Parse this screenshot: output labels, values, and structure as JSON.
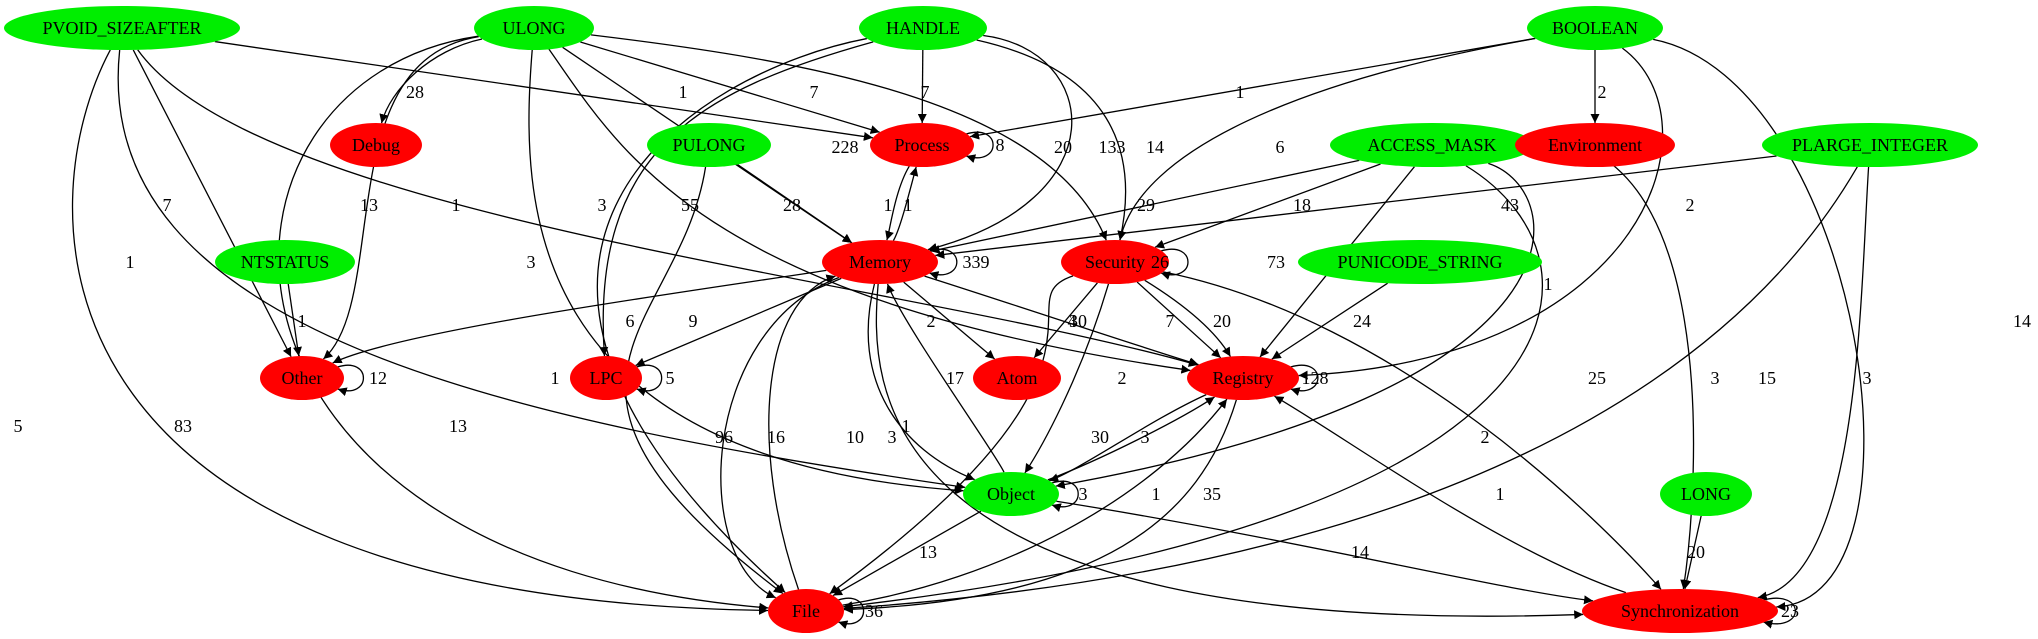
{
  "colors": {
    "api_type": "#00ee00",
    "category": "#ff0000",
    "edge": "#000000"
  },
  "nodes": [
    {
      "id": "PVOID_SIZEAFTER",
      "label": "PVOID_SIZEAFTER",
      "kind": "api_type"
    },
    {
      "id": "ULONG",
      "label": "ULONG",
      "kind": "api_type"
    },
    {
      "id": "HANDLE",
      "label": "HANDLE",
      "kind": "api_type"
    },
    {
      "id": "BOOLEAN",
      "label": "BOOLEAN",
      "kind": "api_type"
    },
    {
      "id": "Debug",
      "label": "Debug",
      "kind": "category"
    },
    {
      "id": "PULONG",
      "label": "PULONG",
      "kind": "api_type"
    },
    {
      "id": "Process",
      "label": "Process",
      "kind": "category"
    },
    {
      "id": "ACCESS_MASK",
      "label": "ACCESS_MASK",
      "kind": "api_type"
    },
    {
      "id": "Environment",
      "label": "Environment",
      "kind": "category"
    },
    {
      "id": "PLARGE_INTEGER",
      "label": "PLARGE_INTEGER",
      "kind": "api_type"
    },
    {
      "id": "NTSTATUS",
      "label": "NTSTATUS",
      "kind": "api_type"
    },
    {
      "id": "Memory",
      "label": "Memory",
      "kind": "category"
    },
    {
      "id": "Security",
      "label": "Security",
      "kind": "category"
    },
    {
      "id": "PUNICODE_STRING",
      "label": "PUNICODE_STRING",
      "kind": "api_type"
    },
    {
      "id": "Other",
      "label": "Other",
      "kind": "category"
    },
    {
      "id": "LPC",
      "label": "LPC",
      "kind": "category"
    },
    {
      "id": "Atom",
      "label": "Atom",
      "kind": "category"
    },
    {
      "id": "Registry",
      "label": "Registry",
      "kind": "category"
    },
    {
      "id": "Object",
      "label": "Object",
      "kind": "api_type"
    },
    {
      "id": "LONG",
      "label": "LONG",
      "kind": "api_type"
    },
    {
      "id": "File",
      "label": "File",
      "kind": "category"
    },
    {
      "id": "Synchronization",
      "label": "Synchronization",
      "kind": "category"
    }
  ],
  "edges": [
    {
      "from": "PVOID_SIZEAFTER",
      "to": "Process",
      "label": "1"
    },
    {
      "from": "PVOID_SIZEAFTER",
      "to": "Other",
      "label": "7"
    },
    {
      "from": "PVOID_SIZEAFTER",
      "to": "Registry",
      "label": "1"
    },
    {
      "from": "PVOID_SIZEAFTER",
      "to": "Object",
      "label": "1"
    },
    {
      "from": "PVOID_SIZEAFTER",
      "to": "File",
      "label": "5"
    },
    {
      "from": "ULONG",
      "to": "Debug",
      "label": "28"
    },
    {
      "from": "ULONG",
      "to": "Other",
      "label": "13"
    },
    {
      "from": "ULONG",
      "to": "Process",
      "label": "7"
    },
    {
      "from": "ULONG",
      "to": "Memory",
      "label": "228"
    },
    {
      "from": "ULONG",
      "to": "Security",
      "label": "20"
    },
    {
      "from": "ULONG",
      "to": "Registry",
      "label": "55"
    },
    {
      "from": "ULONG",
      "to": "Object",
      "label": "3"
    },
    {
      "from": "ULONG",
      "to": "File",
      "label": "83"
    },
    {
      "from": "HANDLE",
      "to": "Process",
      "label": "7"
    },
    {
      "from": "HANDLE",
      "to": "Memory",
      "label": "133"
    },
    {
      "from": "HANDLE",
      "to": "Security",
      "label": "14"
    },
    {
      "from": "HANDLE",
      "to": "LPC",
      "label": "3"
    },
    {
      "from": "HANDLE",
      "to": "File",
      "label": "13"
    },
    {
      "from": "BOOLEAN",
      "to": "Process",
      "label": "1"
    },
    {
      "from": "BOOLEAN",
      "to": "Environment",
      "label": "2"
    },
    {
      "from": "BOOLEAN",
      "to": "Security",
      "label": "6"
    },
    {
      "from": "BOOLEAN",
      "to": "Registry",
      "label": "2"
    },
    {
      "from": "BOOLEAN",
      "to": "Synchronization",
      "label": "14"
    },
    {
      "from": "PULONG",
      "to": "Memory",
      "label": "28"
    },
    {
      "from": "PULONG",
      "to": "File",
      "label": "1"
    },
    {
      "from": "ACCESS_MASK",
      "to": "Memory",
      "label": "29"
    },
    {
      "from": "ACCESS_MASK",
      "to": "Security",
      "label": "18"
    },
    {
      "from": "ACCESS_MASK",
      "to": "Registry",
      "label": "73"
    },
    {
      "from": "ACCESS_MASK",
      "to": "Object",
      "label": "1"
    },
    {
      "from": "ACCESS_MASK",
      "to": "File",
      "label": "25"
    },
    {
      "from": "ACCESS_MASK",
      "to": "Synchronization",
      "label": "15"
    },
    {
      "from": "PLARGE_INTEGER",
      "to": "Memory",
      "label": "43"
    },
    {
      "from": "PLARGE_INTEGER",
      "to": "File",
      "label": "3"
    },
    {
      "from": "PLARGE_INTEGER",
      "to": "Synchronization",
      "label": "3"
    },
    {
      "from": "NTSTATUS",
      "to": "Other",
      "label": "1"
    },
    {
      "from": "Process",
      "to": "Process",
      "label": "8"
    },
    {
      "from": "Process",
      "to": "Memory",
      "label": "1"
    },
    {
      "from": "Memory",
      "to": "Process",
      "label": "1"
    },
    {
      "from": "Memory",
      "to": "Memory",
      "label": "339"
    },
    {
      "from": "Memory",
      "to": "Other",
      "label": "6"
    },
    {
      "from": "Memory",
      "to": "LPC",
      "label": "9"
    },
    {
      "from": "Memory",
      "to": "Atom",
      "label": "2"
    },
    {
      "from": "Memory",
      "to": "Registry",
      "label": "30"
    },
    {
      "from": "Memory",
      "to": "Object",
      "label": "1"
    },
    {
      "from": "Memory",
      "to": "File",
      "label": "96"
    },
    {
      "from": "Memory",
      "to": "Synchronization",
      "label": "3"
    },
    {
      "from": "Security",
      "to": "Security",
      "label": "26"
    },
    {
      "from": "Security",
      "to": "Atom",
      "label": "4"
    },
    {
      "from": "Security",
      "to": "Registry",
      "label": "20"
    },
    {
      "from": "Security",
      "to": "Object",
      "label": "2"
    },
    {
      "from": "Security",
      "to": "File",
      "label": "10"
    },
    {
      "from": "Security",
      "to": "Synchronization",
      "label": "2"
    },
    {
      "from": "Security",
      "to": "Registry",
      "label": "7"
    },
    {
      "from": "PUNICODE_STRING",
      "to": "Registry",
      "label": "24"
    },
    {
      "from": "Other",
      "to": "Other",
      "label": "12"
    },
    {
      "from": "LPC",
      "to": "LPC",
      "label": "5"
    },
    {
      "from": "Registry",
      "to": "Registry",
      "label": "128"
    },
    {
      "from": "Registry",
      "to": "Object",
      "label": "30"
    },
    {
      "from": "Registry",
      "to": "File",
      "label": "35"
    },
    {
      "from": "Object",
      "to": "Registry",
      "label": "3"
    },
    {
      "from": "Object",
      "to": "Object",
      "label": "3"
    },
    {
      "from": "Object",
      "to": "Memory",
      "label": "17"
    },
    {
      "from": "Object",
      "to": "File",
      "label": "13"
    },
    {
      "from": "Object",
      "to": "Synchronization",
      "label": "14"
    },
    {
      "from": "LONG",
      "to": "Synchronization",
      "label": "20"
    },
    {
      "from": "File",
      "to": "File",
      "label": "36"
    },
    {
      "from": "File",
      "to": "Memory",
      "label": "16"
    },
    {
      "from": "File",
      "to": "Registry",
      "label": "1"
    },
    {
      "from": "Synchronization",
      "to": "Synchronization",
      "label": "23"
    },
    {
      "from": "Synchronization",
      "to": "Registry",
      "label": "1"
    }
  ]
}
